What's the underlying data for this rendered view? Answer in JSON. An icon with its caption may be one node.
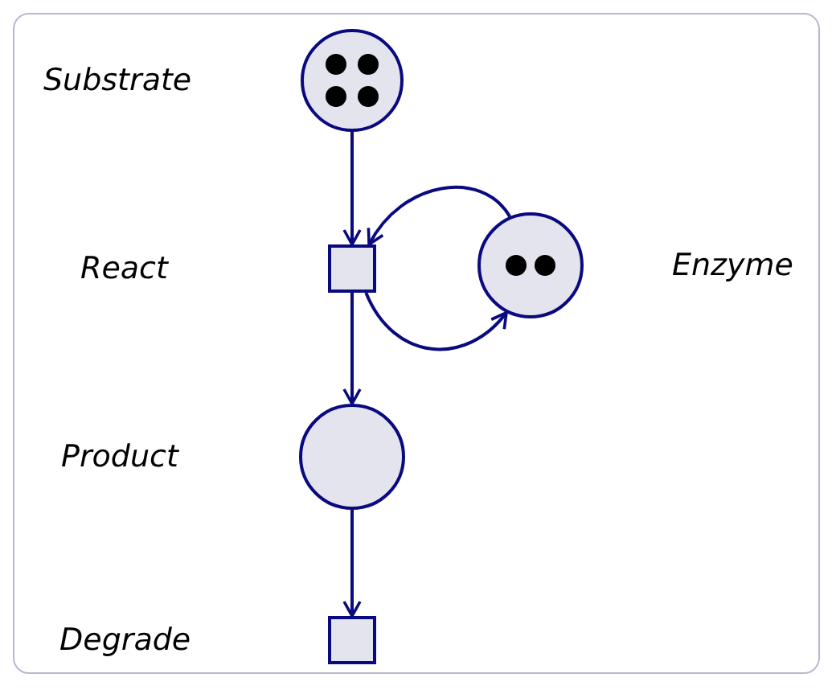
{
  "diagram": {
    "nodes": [
      {
        "text": [],
        "shape": "circle"
      },
      {
        "text": [],
        "shape": "box"
      },
      {
        "text": [],
        "shape": "circle"
      },
      {
        "text": [],
        "shape": "circle"
      },
      {
        "text": [],
        "shape": "box"
      }
    ],
    "edges": [
      {
        "from": 0,
        "to": 1,
        "arrow": "to"
      },
      {
        "from": 2,
        "to": 1,
        "arrow": "to"
      },
      {
        "from": 1,
        "to": 2,
        "arrow": "to"
      },
      {
        "from": 1,
        "to": 3,
        "arrow": "to"
      },
      {
        "from": 3,
        "to": 4,
        "arrow": "to"
      }
    ],
    "labels": [
      "Substrate",
      "React",
      "Enzyme",
      "Product",
      "Degrade"
    ]
  }
}
